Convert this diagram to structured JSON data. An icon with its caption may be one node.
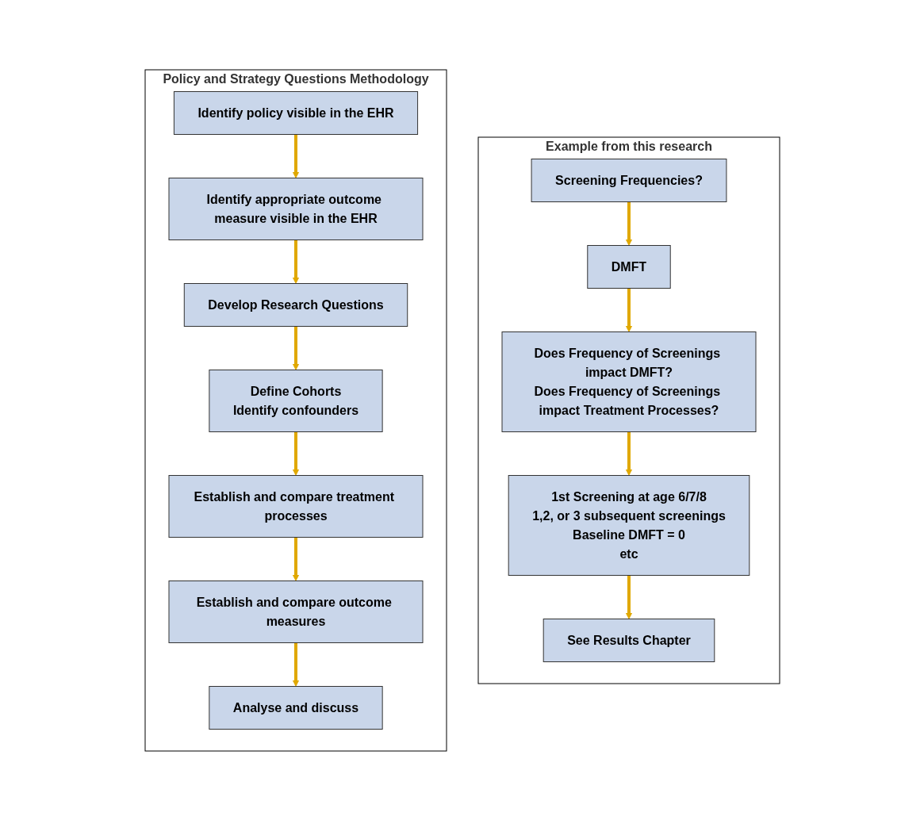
{
  "diagram": {
    "nodes": [
      {
        "text": [
          "Policy and Strategy Questions Methodology"
        ]
      },
      {
        "text": [
          "Identify policy visible in the EHR"
        ],
        "in": 0
      },
      {
        "text": [
          "Identify appropriate outcome measure visible in the EHR"
        ],
        "in": 0
      },
      {
        "text": [
          "Develop Research Questions"
        ],
        "in": 0
      },
      {
        "text": [
          "Define Cohorts",
          "Identify confounders"
        ],
        "in": 0
      },
      {
        "text": [
          "Establish and compare treatment processes"
        ],
        "in": 0
      },
      {
        "text": [
          "Establish and compare outcome measures"
        ],
        "in": 0
      },
      {
        "text": [
          "Analyse and discuss"
        ],
        "in": 0
      },
      {
        "text": [
          "Example from this research"
        ]
      },
      {
        "text": [
          "Screening Frequencies?"
        ],
        "in": 8
      },
      {
        "text": [
          "DMFT"
        ],
        "in": 8
      },
      {
        "text": [
          "Does Frequency of Screenings impact DMFT?",
          "Does Frequency of Screenings impact Treatment Processes?"
        ],
        "in": 8
      },
      {
        "text": [
          "1st Screening at age 6/7/8",
          "1,2, or 3 subsequent screenings",
          "Baseline DMFT = 0",
          "etc"
        ],
        "in": 8
      },
      {
        "text": [
          "See Results Chapter"
        ],
        "in": 8
      }
    ],
    "edges": [
      {
        "from": 1,
        "to": 2,
        "arrow": "to"
      },
      {
        "from": 2,
        "to": 3,
        "arrow": "to"
      },
      {
        "from": 3,
        "to": 4,
        "arrow": "to"
      },
      {
        "from": 4,
        "to": 5,
        "arrow": "to"
      },
      {
        "from": 5,
        "to": 6,
        "arrow": "to"
      },
      {
        "from": 6,
        "to": 7,
        "arrow": "to"
      },
      {
        "from": 9,
        "to": 10,
        "arrow": "to"
      },
      {
        "from": 10,
        "to": 11,
        "arrow": "to"
      },
      {
        "from": 11,
        "to": 12,
        "arrow": "to"
      },
      {
        "from": 12,
        "to": 13,
        "arrow": "to"
      }
    ]
  }
}
